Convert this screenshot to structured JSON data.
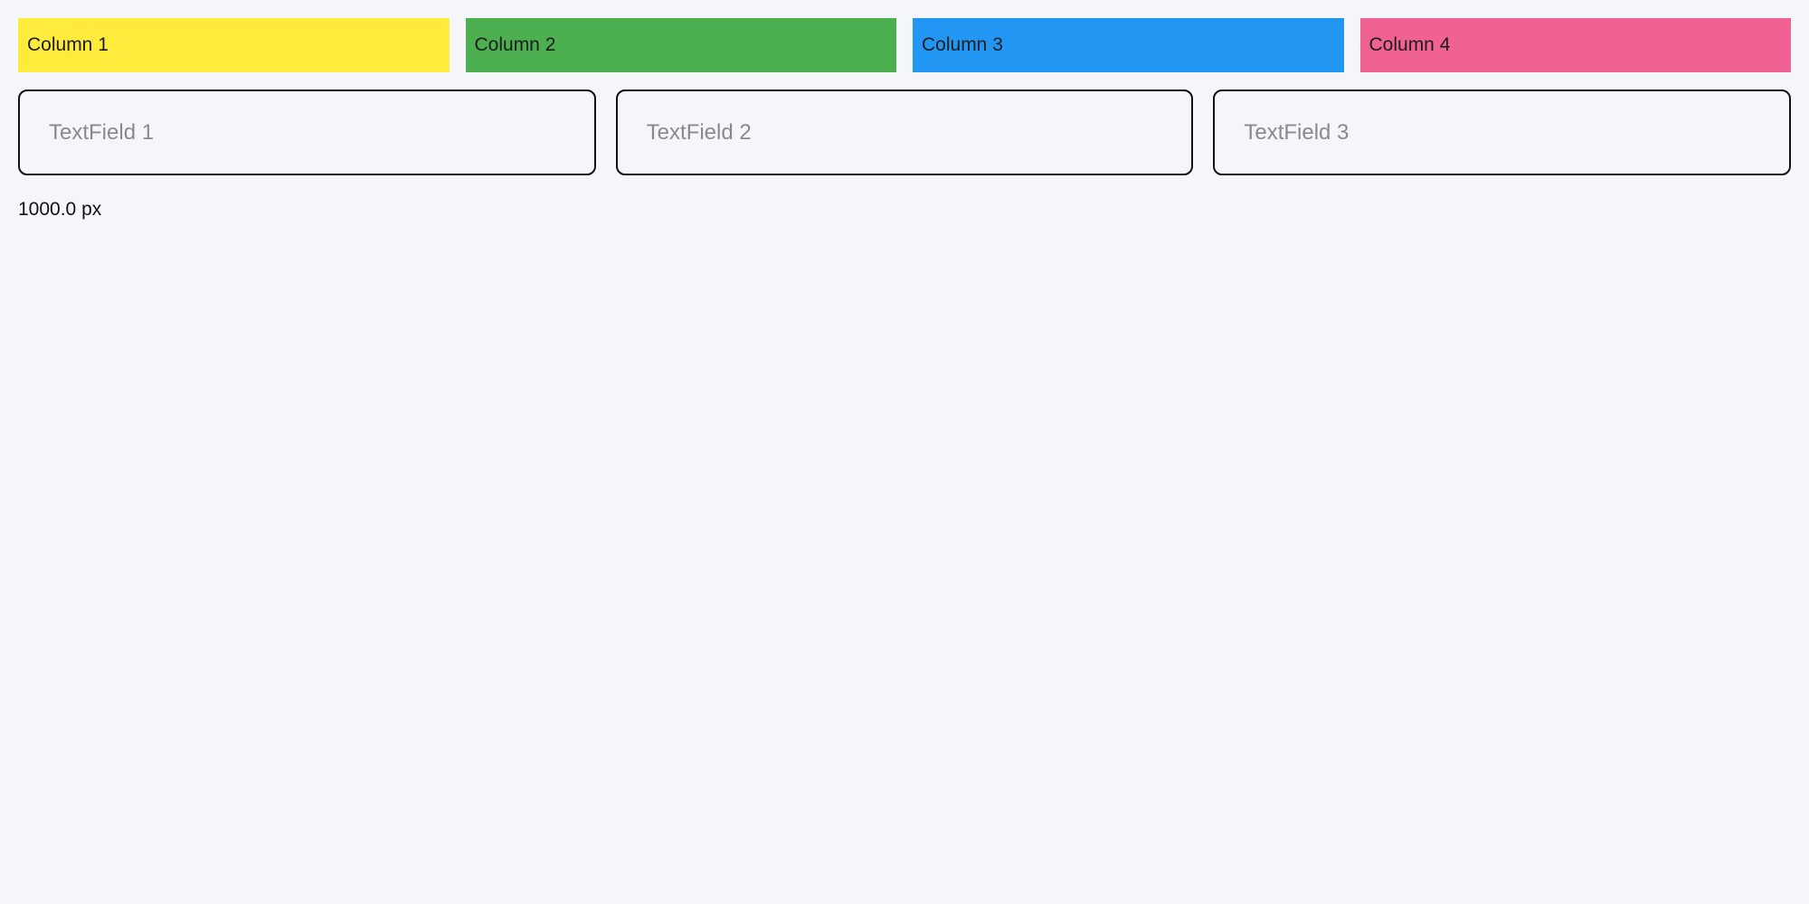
{
  "page": {
    "background_color": "#f5f6fa",
    "width_label": "1000.0 px"
  },
  "columns": [
    {
      "label": "Column 1",
      "color": "#ffeb3b"
    },
    {
      "label": "Column 2",
      "color": "#4caf50"
    },
    {
      "label": "Column 3",
      "color": "#2196f3"
    },
    {
      "label": "Column 4",
      "color": "#f06292"
    }
  ],
  "textfields": [
    {
      "placeholder": "TextField 1"
    },
    {
      "placeholder": "TextField 2"
    },
    {
      "placeholder": "TextField 3"
    }
  ]
}
